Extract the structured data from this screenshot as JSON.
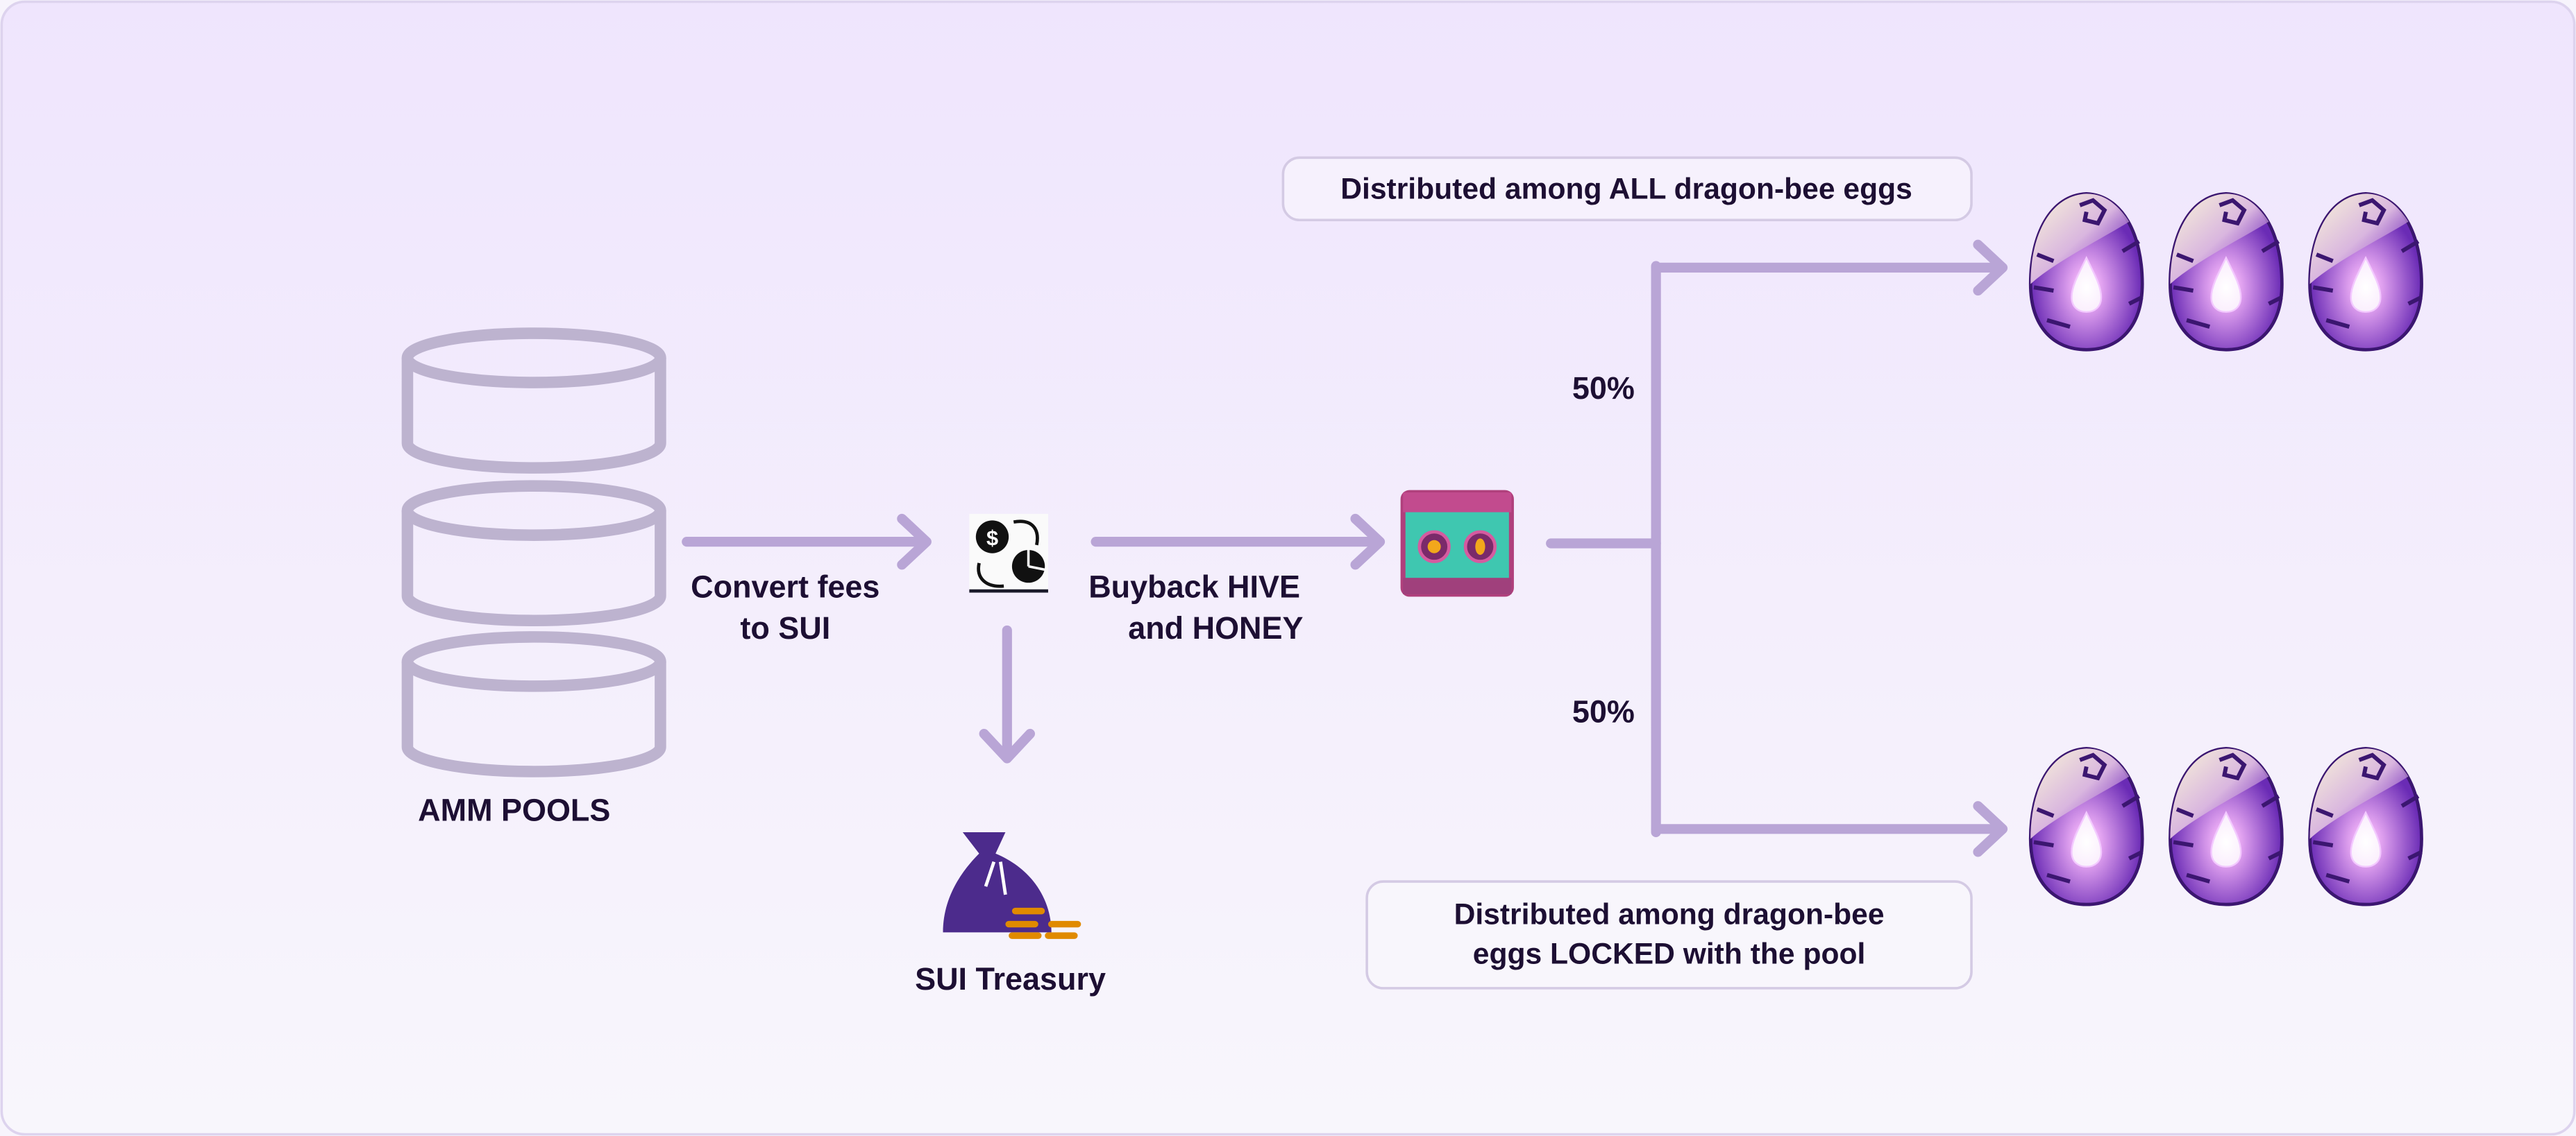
{
  "pools": {
    "label": "AMM POOLS"
  },
  "convert": {
    "label_line1": "Convert fees",
    "label_line2": "to SUI",
    "icon": "currency-exchange-icon"
  },
  "treasury": {
    "label": "SUI Treasury",
    "icon": "money-bag-icon"
  },
  "buyback": {
    "label_line1": "Buyback HIVE",
    "label_line2": "and HONEY",
    "icon": "hive-chest-icon"
  },
  "split": {
    "top_percent": "50%",
    "bottom_percent": "50%"
  },
  "distribution_top": {
    "label": "Distributed among ALL dragon-bee eggs"
  },
  "distribution_bottom": {
    "label_line1": "Distributed among dragon-bee",
    "label_line2": "eggs LOCKED with the pool"
  },
  "colors": {
    "arrow": "#b9a5d6",
    "pool": "#bdb3cf",
    "bag": "#4c2b8c",
    "coins": "#e08a00",
    "text": "#1d0f33"
  }
}
